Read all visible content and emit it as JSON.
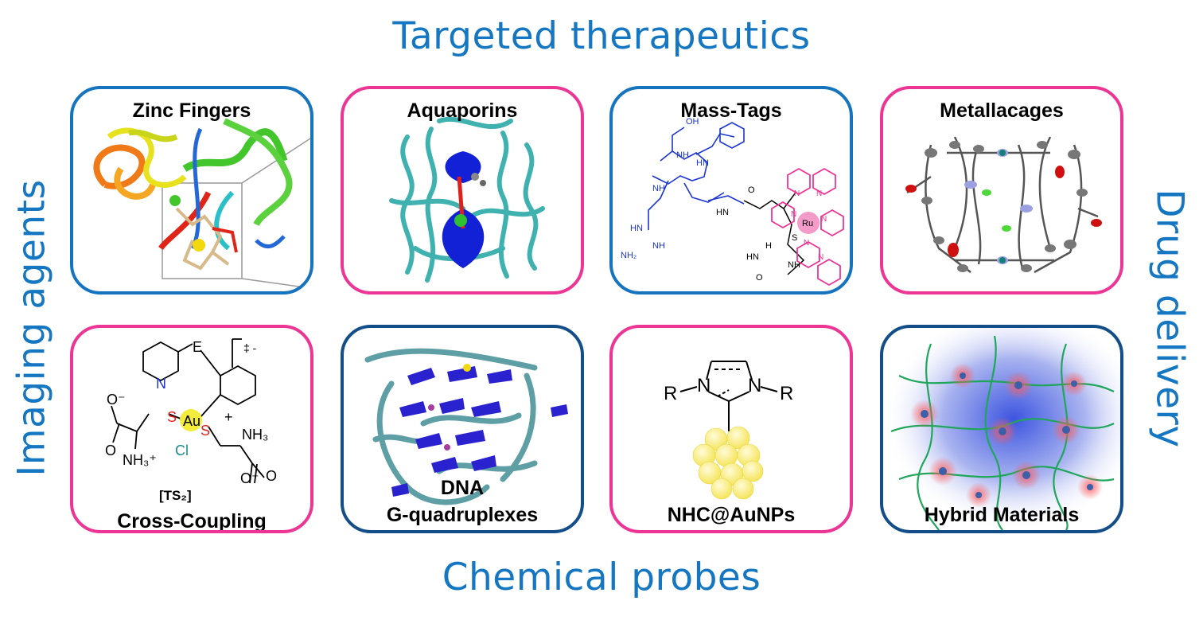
{
  "axes": {
    "top": "Targeted therapeutics",
    "bottom": "Chemical probes",
    "left": "Imaging agents",
    "right": "Drug delivery"
  },
  "cards": [
    {
      "label": "Zinc Fingers",
      "border": "#1673bd"
    },
    {
      "label": "Aquaporins",
      "border": "#ec3594"
    },
    {
      "label": "Mass-Tags",
      "border": "#1673bd"
    },
    {
      "label": "Metallacages",
      "border": "#ec3594"
    },
    {
      "label": "Cross-Coupling",
      "border": "#ec3594"
    },
    {
      "label_line1": "DNA",
      "label_line2": "G-quadruplexes",
      "border": "#134e88"
    },
    {
      "label": "NHC@AuNPs",
      "border": "#ec3594"
    },
    {
      "label": "Hybrid Materials",
      "border": "#134e88"
    }
  ],
  "structures": {
    "mass_tags": {
      "oh": "OH",
      "ru": "Ru",
      "s": "S",
      "o": "O",
      "hn": "HN",
      "nh": "NH",
      "nh2": "NH₂",
      "n": "N",
      "h": "H"
    },
    "cross_coupling": {
      "e": "E",
      "n": "N",
      "charge": "‡ -",
      "au": "Au",
      "s": "S",
      "cl": "Cl",
      "nh3": "NH₃",
      "nh3plus": "NH₃⁺",
      "o": "O",
      "ominus": "O⁻",
      "plus": "+",
      "ts": "[TS₂]"
    },
    "nhc": {
      "r": "R",
      "n": "N"
    }
  }
}
